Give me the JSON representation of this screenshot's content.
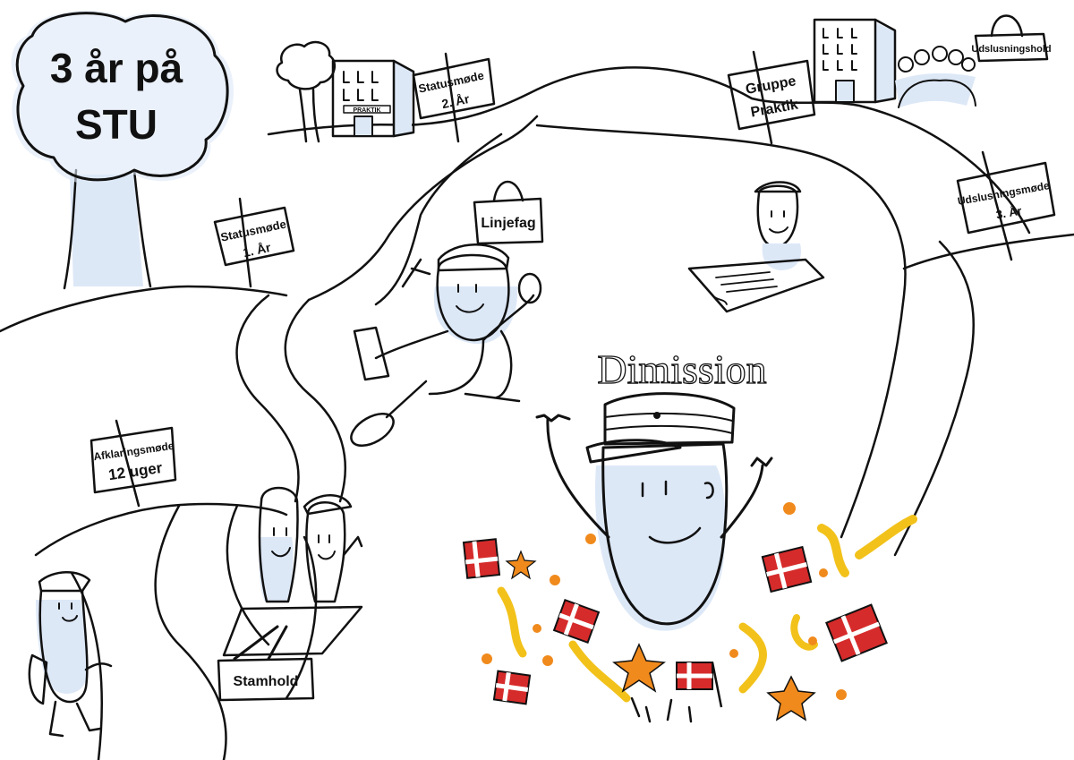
{
  "title": {
    "line1": "3 år på",
    "line2": "STU"
  },
  "center_label": "Dimission",
  "signs": {
    "afklaring": {
      "line1": "Afklaringsmøde",
      "line2": "12 uger"
    },
    "status1": {
      "line1": "Statusmøde",
      "line2": "1. År"
    },
    "status2": {
      "line1": "Statusmøde",
      "line2": "2. År"
    },
    "gruppe": {
      "line1": "Gruppe",
      "line2": "Praktik"
    },
    "udslusningsmode": {
      "line1": "Udslusningsmøde",
      "line2": "3. År"
    }
  },
  "bags": {
    "stamhold": "Stamhold",
    "linjefag": "Linjefag",
    "udslusningshold": "Udslusningshold"
  },
  "building_label": "PRAKTIK",
  "colors": {
    "ink": "#111111",
    "shade": "#dde8f7",
    "flag_red": "#d62b2b",
    "confetti_yellow": "#f2c21b",
    "confetti_orange": "#f08a1c"
  }
}
